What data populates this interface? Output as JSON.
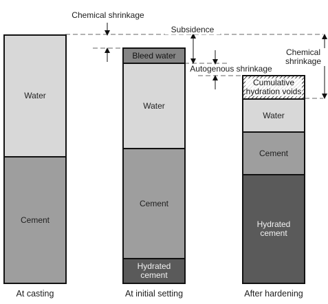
{
  "columns": {
    "casting": {
      "caption": "At casting",
      "water": "Water",
      "cement": "Cement"
    },
    "initial_setting": {
      "caption": "At initial setting",
      "bleed_water": "Bleed water",
      "water": "Water",
      "cement": "Cement",
      "hydrated_cement": "Hydrated\ncement"
    },
    "hardening": {
      "caption": "After hardening",
      "voids": "Cumulative\nhydration voids",
      "water": "Water",
      "cement": "Cement",
      "hydrated_cement": "Hydrated\ncement"
    }
  },
  "annotations": {
    "chemical_shrinkage_top": "Chemical shrinkage",
    "subsidence": "Subsidence",
    "autogenous_shrinkage": "Autogenous shrinkage",
    "chemical_shrinkage_right": "Chemical\nshrinkage"
  }
}
